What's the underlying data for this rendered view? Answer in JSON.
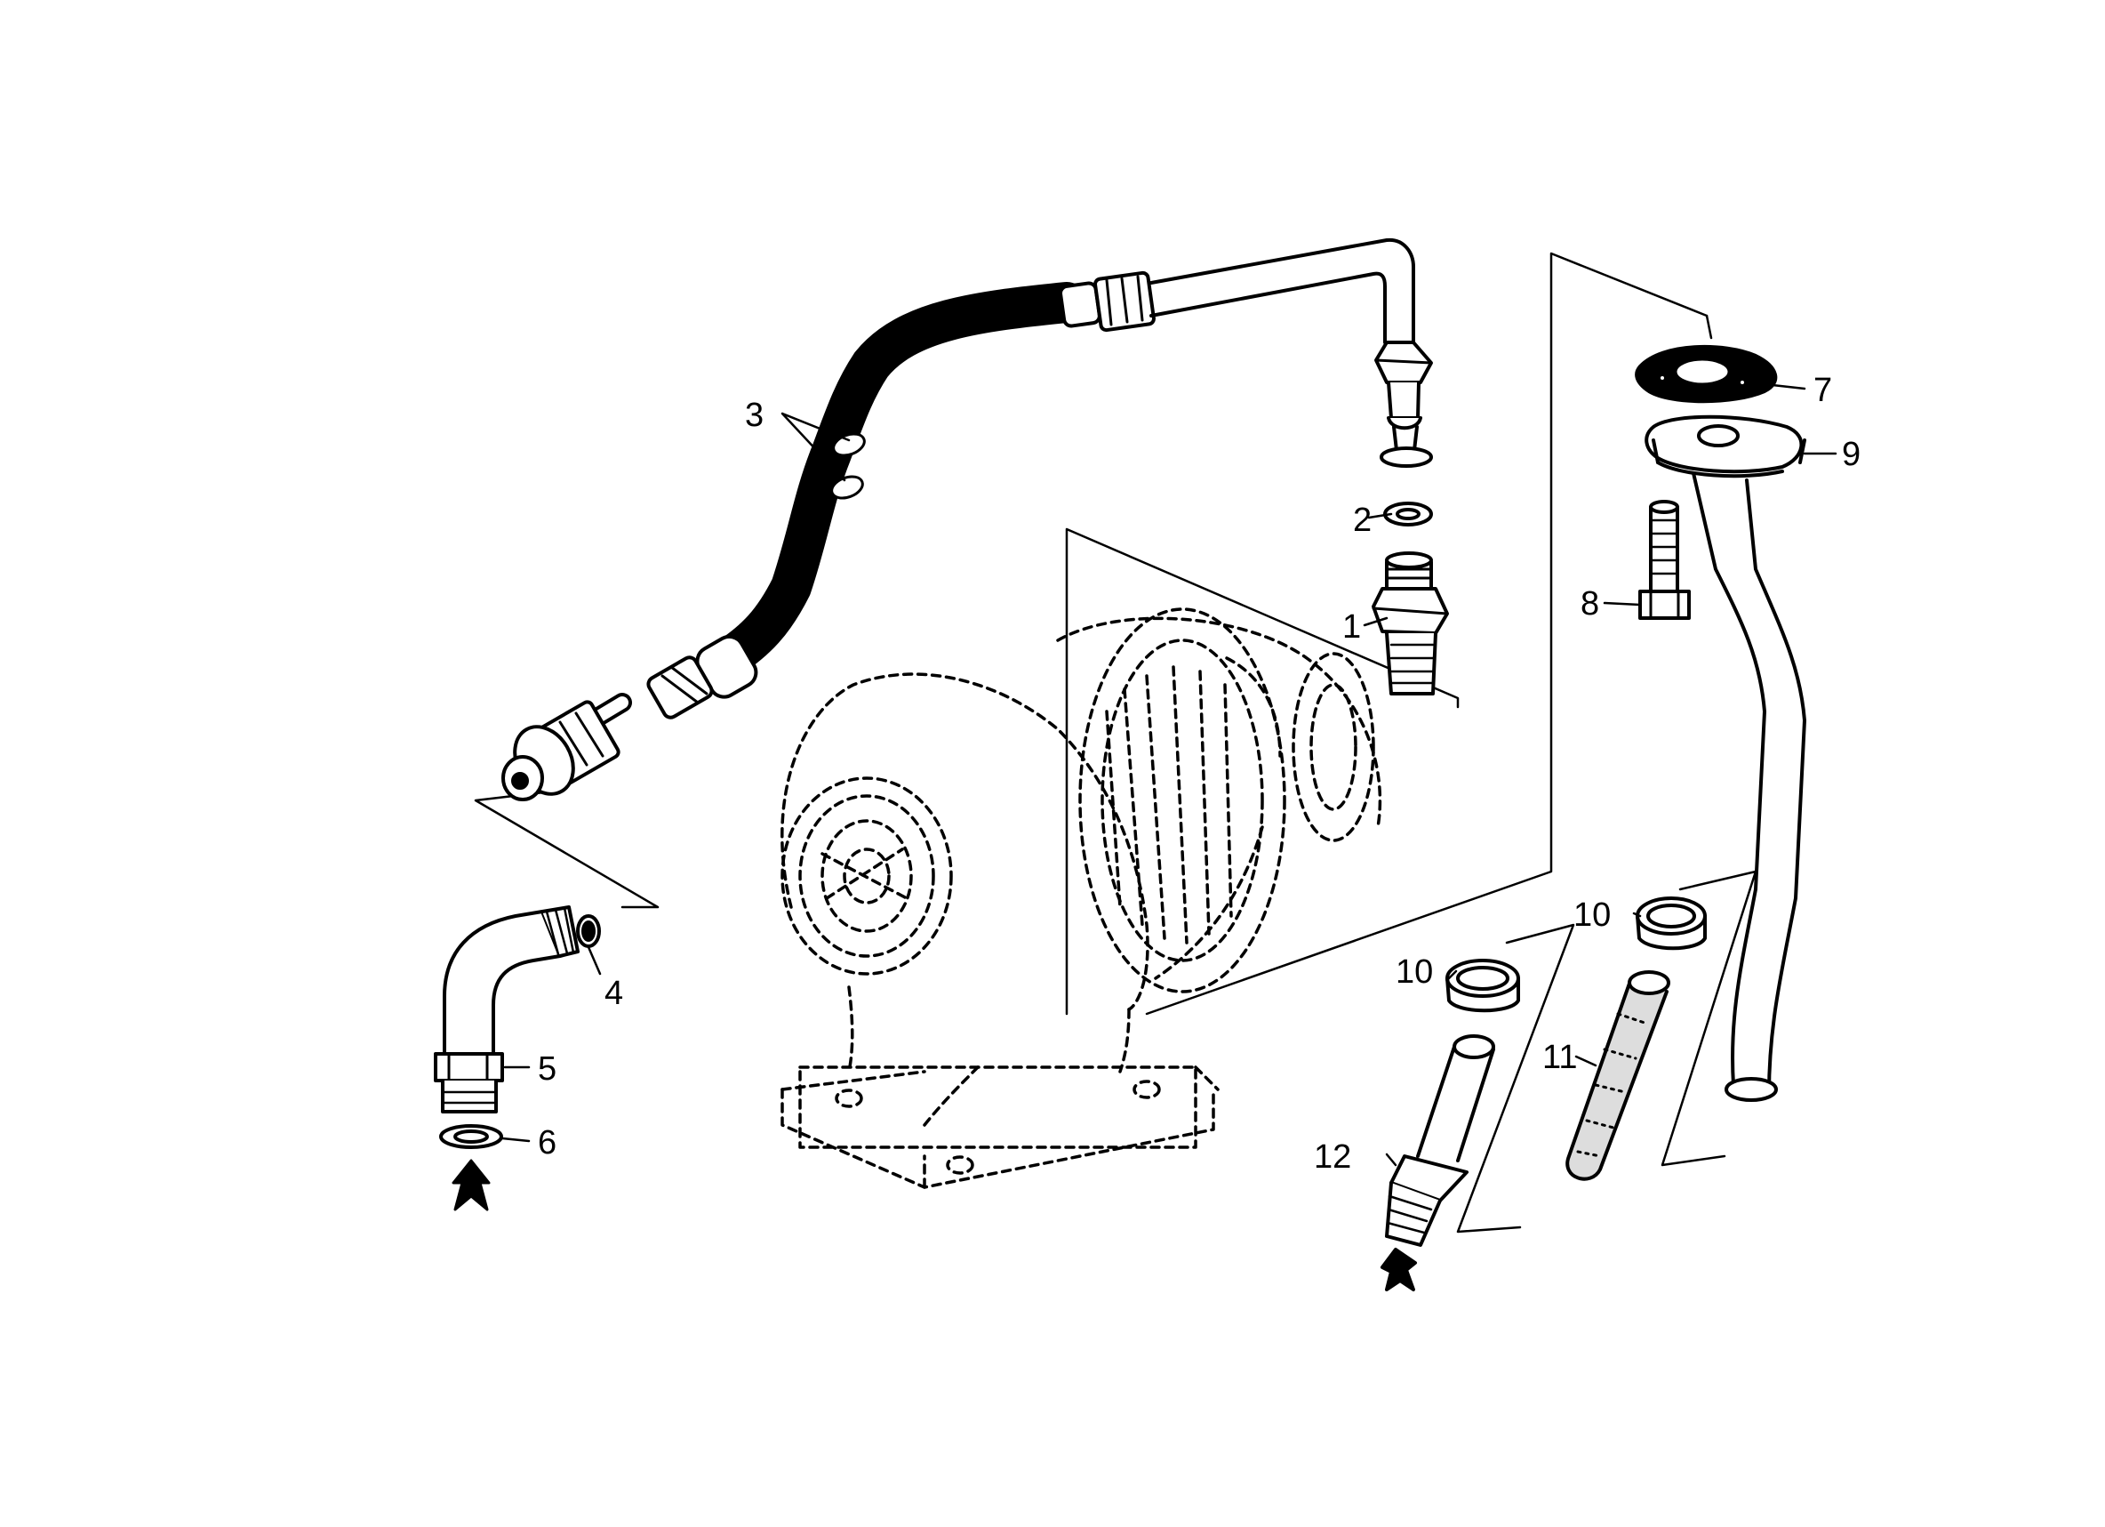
{
  "diagram": {
    "callouts": [
      {
        "id": "c1",
        "text": "1"
      },
      {
        "id": "c2",
        "text": "2"
      },
      {
        "id": "c3",
        "text": "3"
      },
      {
        "id": "c4",
        "text": "4"
      },
      {
        "id": "c5",
        "text": "5"
      },
      {
        "id": "c6",
        "text": "6"
      },
      {
        "id": "c7",
        "text": "7"
      },
      {
        "id": "c8",
        "text": "8"
      },
      {
        "id": "c9",
        "text": "9"
      },
      {
        "id": "c10a",
        "text": "10"
      },
      {
        "id": "c10b",
        "text": "10"
      },
      {
        "id": "c11",
        "text": "11"
      },
      {
        "id": "c12",
        "text": "12"
      }
    ],
    "colors": {
      "ink": "#000000",
      "background": "#ffffff"
    }
  }
}
